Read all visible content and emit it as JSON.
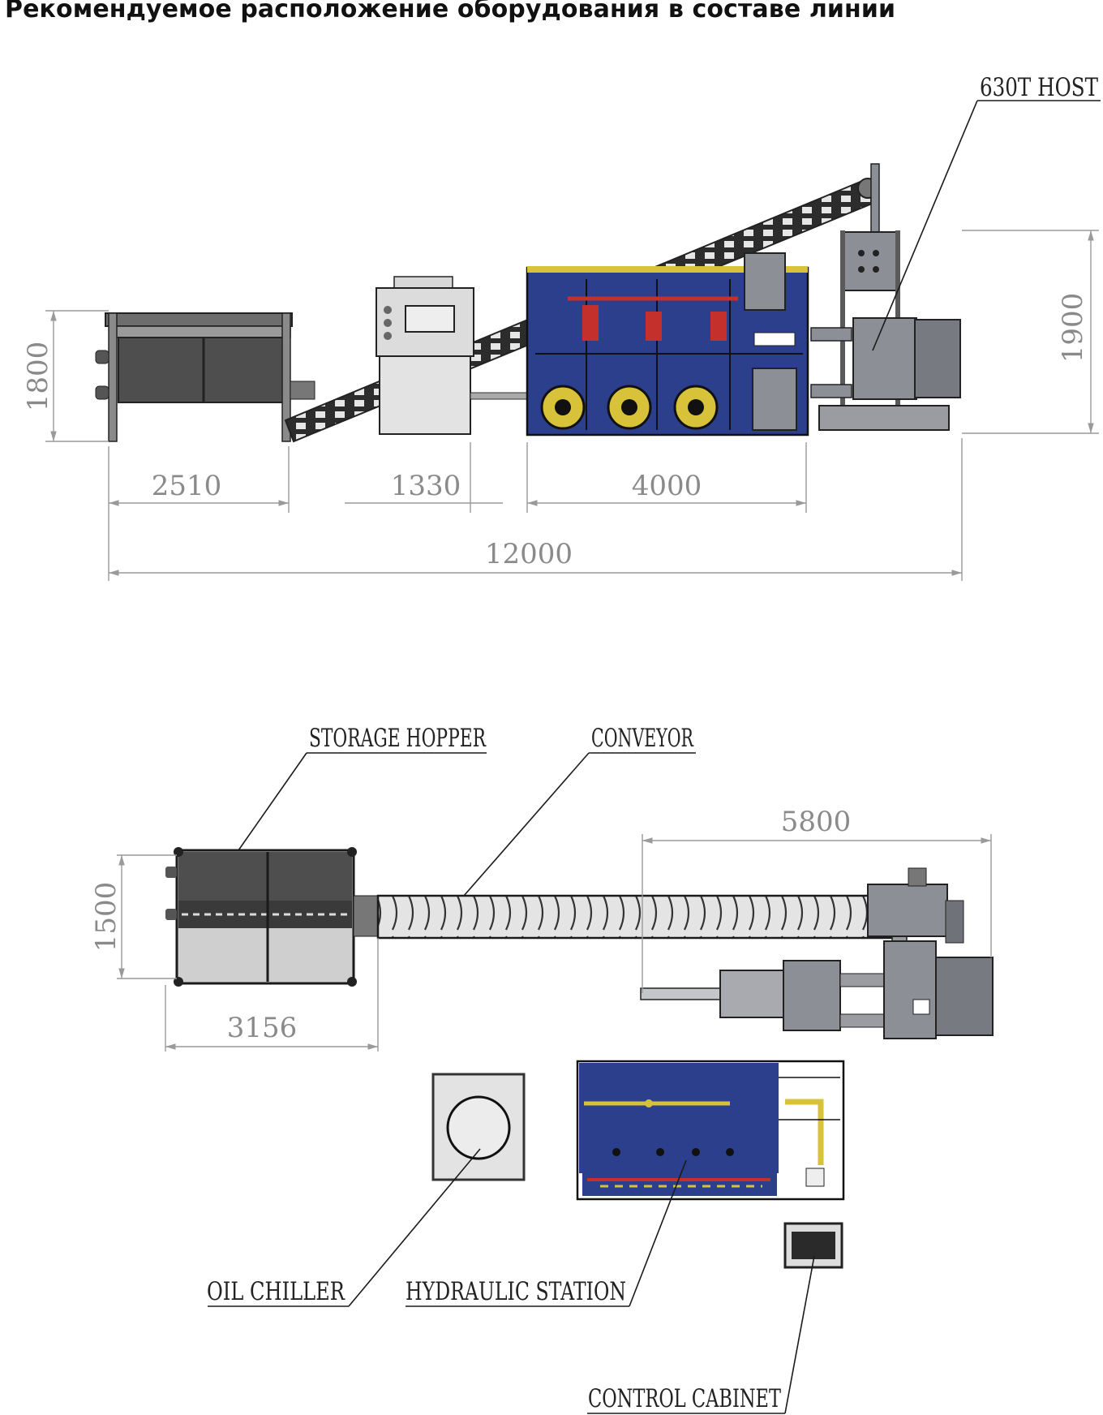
{
  "title": "Рекомендуемое расположение оборудования в составе линии",
  "colors": {
    "hydraulic_blue": "#2b3f8c",
    "motor_yellow": "#d8c23a",
    "valve_red": "#c4302b",
    "machine_gray": "#8c8f96",
    "dimension_gray": "#8a8a8a"
  },
  "side_view": {
    "dimensions": {
      "hopper_length": "2510",
      "control_length": "1330",
      "station_length": "4000",
      "total_length": "12000",
      "hopper_height": "1800",
      "host_height": "1900"
    },
    "labels": {
      "host": "630T HOST"
    }
  },
  "top_view": {
    "dimensions": {
      "hopper_length": "3156",
      "hopper_width": "1500",
      "press_length": "5800"
    },
    "labels": {
      "storage_hopper": "STORAGE HOPPER",
      "conveyor": "CONVEYOR",
      "oil_chiller": "OIL CHILLER",
      "hydraulic_station": "HYDRAULIC STATION",
      "control_cabinet": "CONTROL CABINET"
    }
  }
}
